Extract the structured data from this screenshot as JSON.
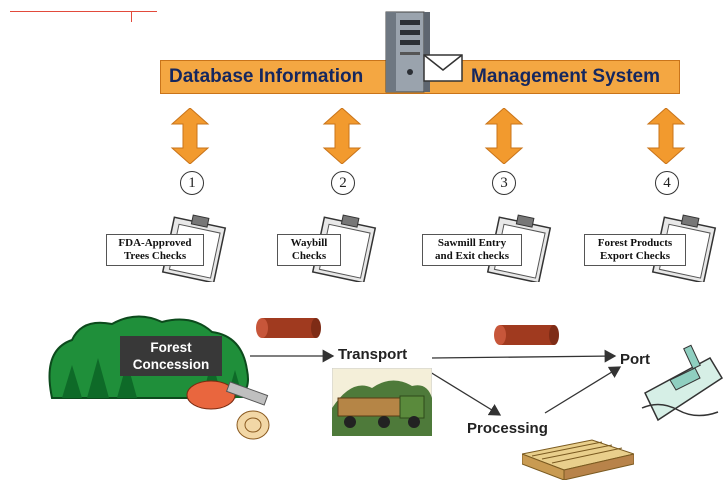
{
  "banner": {
    "left_text": "Database Information",
    "right_text": "Management System"
  },
  "steps": [
    {
      "number": "1",
      "label_line1": "FDA-Approved",
      "label_line2": "Trees Checks"
    },
    {
      "number": "2",
      "label_line1": "Waybill",
      "label_line2": "Checks"
    },
    {
      "number": "3",
      "label_line1": "Sawmill Entry",
      "label_line2": "and Exit checks"
    },
    {
      "number": "4",
      "label_line1": "Forest Products",
      "label_line2": "Export Checks"
    }
  ],
  "flow": {
    "forest_line1": "Forest",
    "forest_line2": "Concession",
    "transport": "Transport",
    "processing": "Processing",
    "port": "Port"
  },
  "colors": {
    "banner": "#f4a742",
    "arrow": "#f29a2e",
    "banner_text": "#15275f",
    "log": "#a03a1f"
  }
}
